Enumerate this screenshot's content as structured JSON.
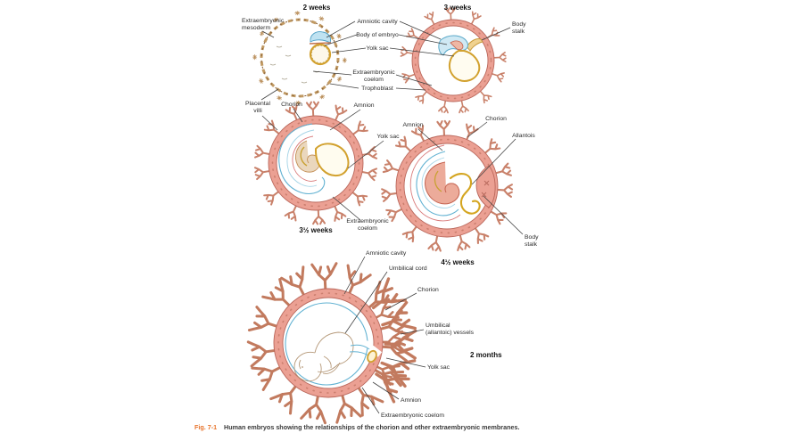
{
  "figure": {
    "caption": {
      "label": "Fig. 7-1",
      "text": "Human embryos showing the relationships of the chorion and other extraembryonic membranes."
    },
    "stages": {
      "two_weeks": "2 weeks",
      "three_weeks": "3 weeks",
      "three_half_weeks": "3½ weeks",
      "four_half_weeks": "4½ weeks",
      "two_months": "2 months"
    },
    "labels": {
      "extraembryonic_mesoderm": [
        "Extraembryonic",
        "mesoderm"
      ],
      "amniotic_cavity": "Amniotic cavity",
      "body_of_embryo": "Body of embryo",
      "yolk_sac": "Yolk sac",
      "extraembryonic_coelom": [
        "Extraembryonic",
        "coelom"
      ],
      "extraembryonic_coelom_inline": "Extraembryonic coelom",
      "trophoblast": "Trophoblast",
      "body_stalk": [
        "Body",
        "stalk"
      ],
      "placental_villi": [
        "Placental",
        "villi"
      ],
      "chorion": "Chorion",
      "amnion": "Amnion",
      "allantois": "Allantois",
      "amniotic_cavity_2mo": "Amniotic cavity",
      "umbilical_cord": "Umbilical cord",
      "umbilical_allantoic_vessels": [
        "Umbilical",
        "(allantoic) vessels"
      ]
    },
    "colors": {
      "chorion_fill": "#eba093",
      "chorion_outline": "#ba675b",
      "villi": "#c9816a",
      "amnion_blue": "#62b2d2",
      "yolk_gold": "#d2a12e",
      "embryo_red": "#d97a7a",
      "caption_accent": "#e8742c",
      "label_text": "#2b2b2b"
    }
  }
}
